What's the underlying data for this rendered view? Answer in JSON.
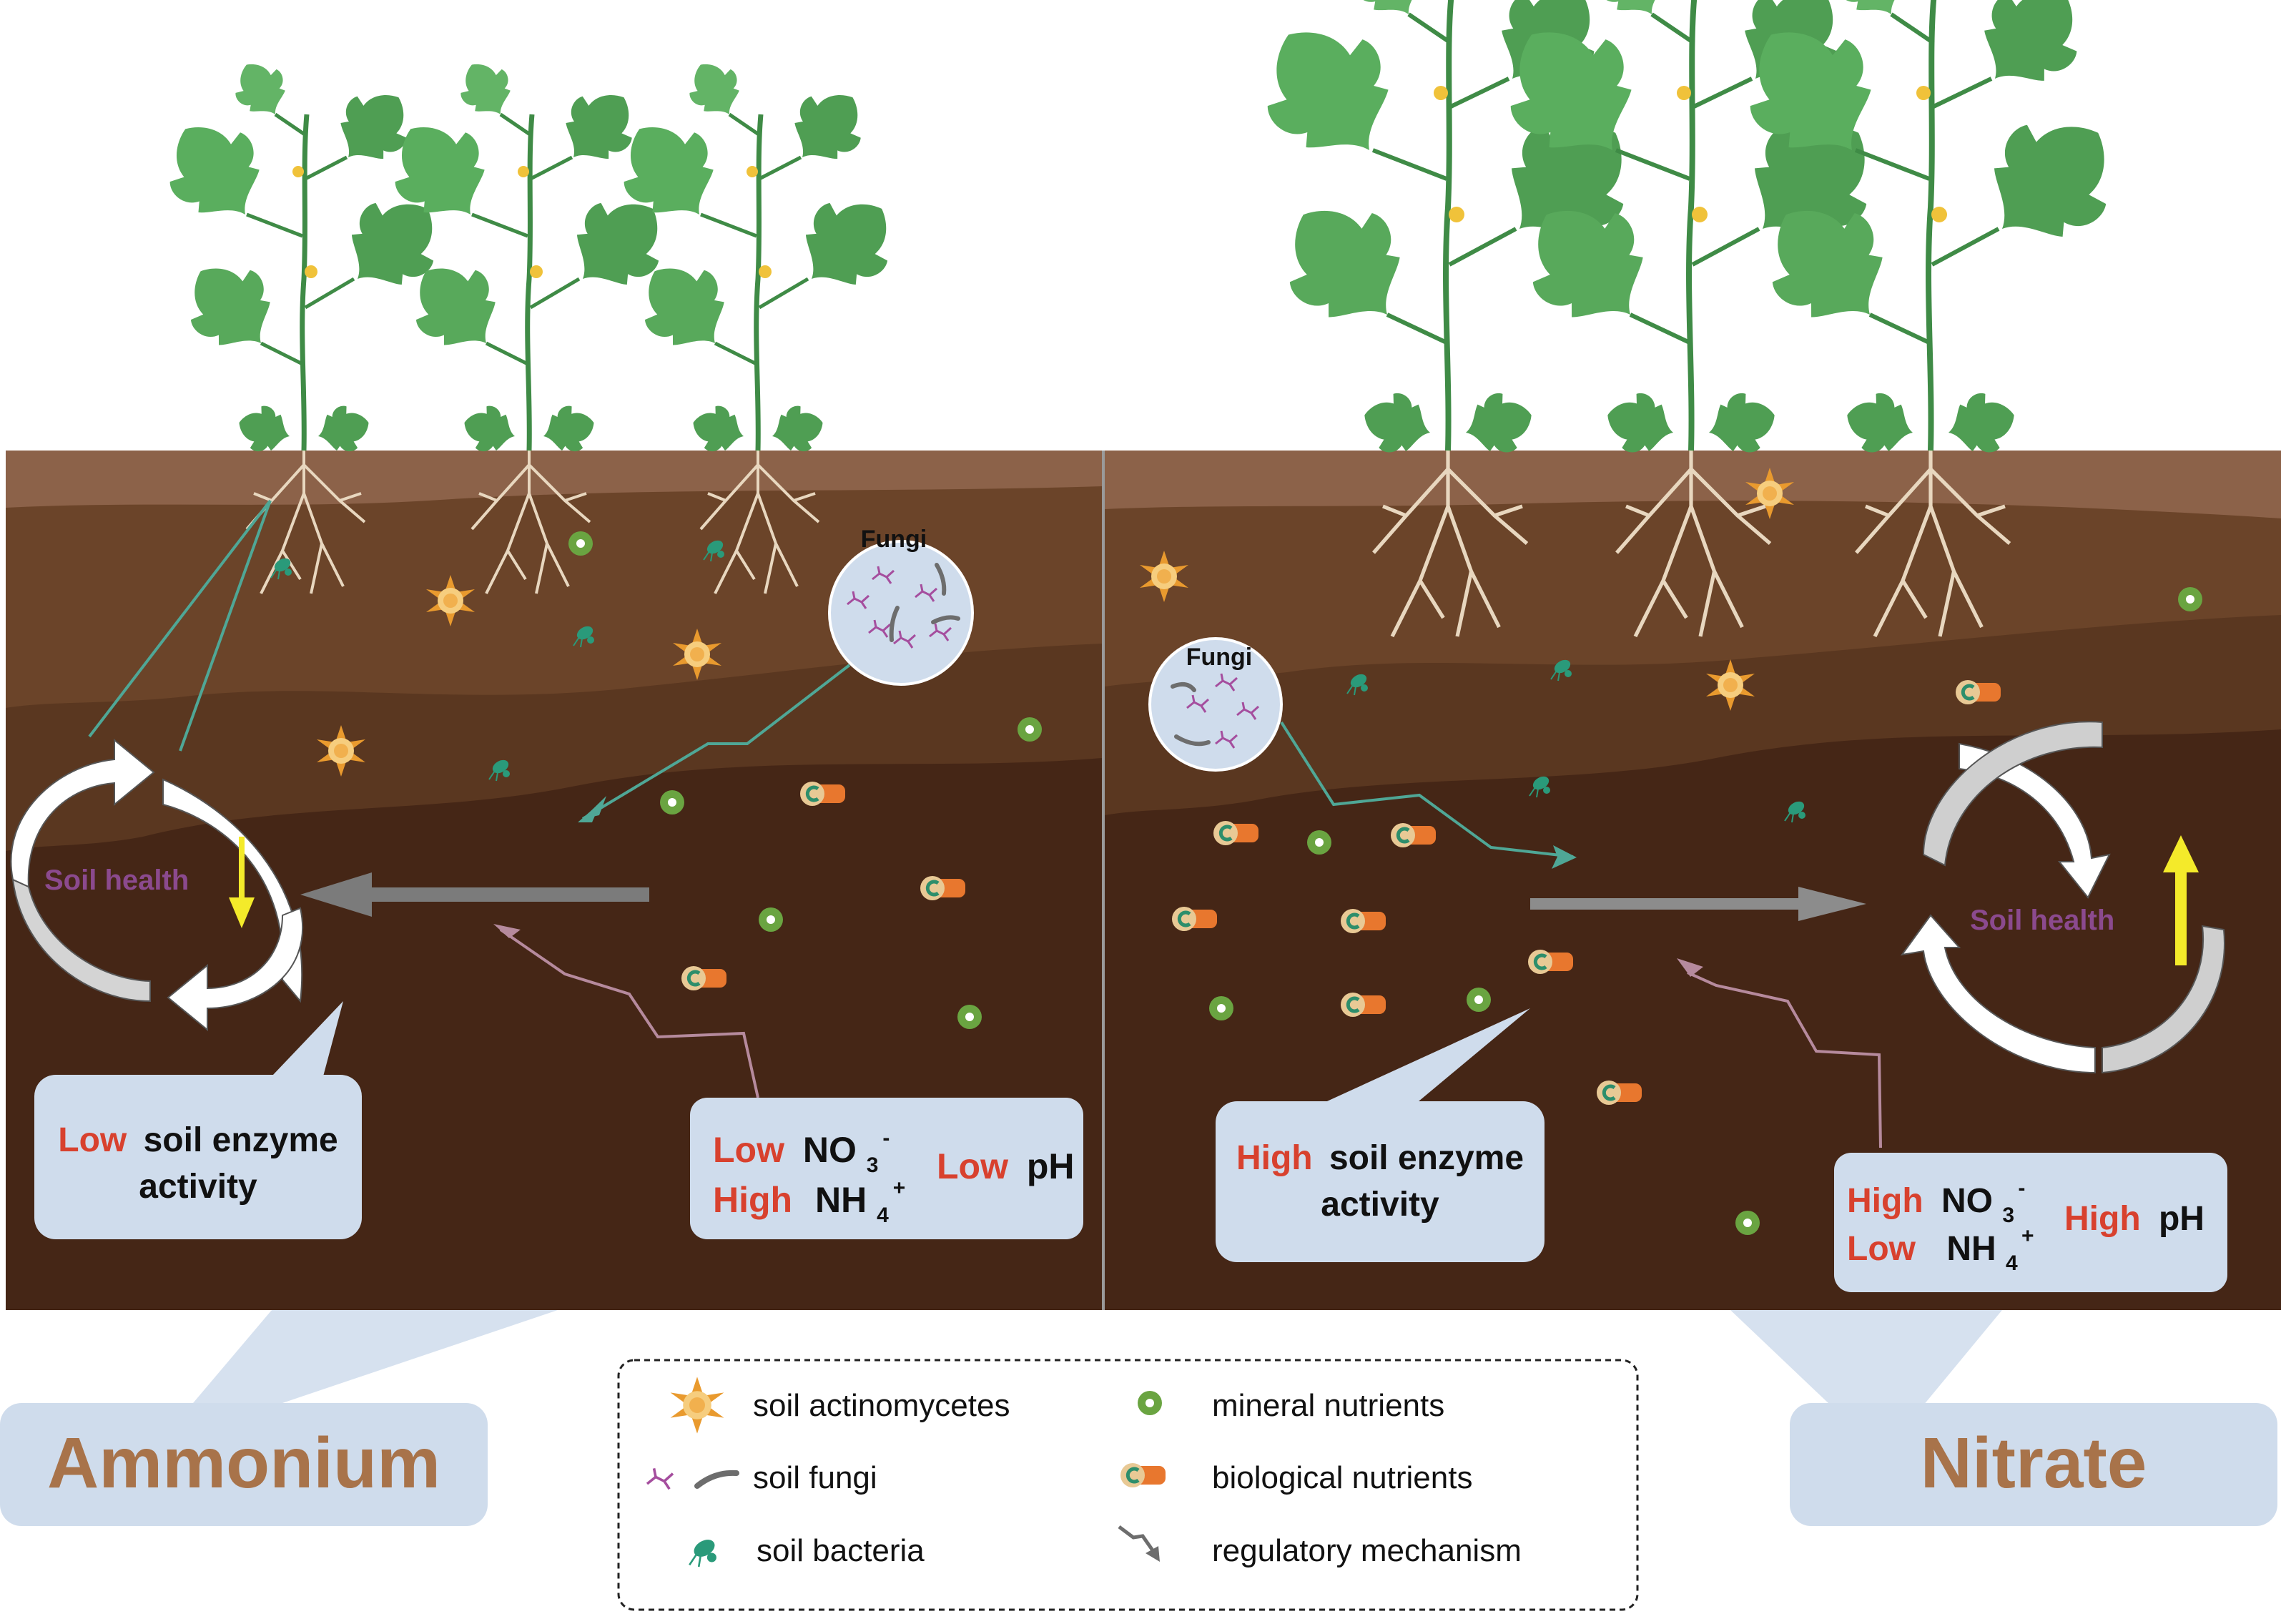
{
  "panels": {
    "left": {
      "fungi_label": "Fungi",
      "soil_health_label": "Soil health",
      "enzyme_callout": {
        "level": "Low",
        "line1_rest": "soil enzyme",
        "line2": "activity"
      },
      "chemistry": {
        "no3_level": "Low",
        "no3_formula": "NO",
        "no3_sub": "3",
        "no3_sup": "-",
        "nh4_level": "High",
        "nh4_formula": "NH",
        "nh4_sub": "4",
        "nh4_sup": "+",
        "ph_level": "Low",
        "ph_label": "pH"
      },
      "treatment_label": "Ammonium"
    },
    "right": {
      "fungi_label": "Fungi",
      "soil_health_label": "Soil health",
      "enzyme_callout": {
        "level": "High",
        "line1_rest": "soil enzyme",
        "line2": "activity"
      },
      "chemistry": {
        "no3_level": "High",
        "no3_formula": "NO",
        "no3_sub": "3",
        "no3_sup": "-",
        "nh4_level": "Low",
        "nh4_formula": "NH",
        "nh4_sub": "4",
        "nh4_sup": "+",
        "ph_level": "High",
        "ph_label": "pH"
      },
      "treatment_label": "Nitrate"
    }
  },
  "legend": {
    "items": [
      {
        "icon": "actinomycetes-icon",
        "label": "soil actinomycetes"
      },
      {
        "icon": "fungi-icon",
        "label": "soil fungi"
      },
      {
        "icon": "bacteria-icon",
        "label": "soil bacteria"
      },
      {
        "icon": "mineral-nutrient-icon",
        "label": "mineral nutrients"
      },
      {
        "icon": "biological-nutrient-icon",
        "label": "biological nutrients"
      },
      {
        "icon": "regulatory-arrow-icon",
        "label": "regulatory mechanism"
      }
    ]
  },
  "colors": {
    "soil_top": "#8c6249",
    "soil_mid": "#6b4429",
    "soil_deep": "#452616",
    "leaf": "#58a95b",
    "leaf_dark": "#3f8b46",
    "accent_red": "#d8412e",
    "callout_bg": "#cfdcec",
    "label_brown": "#a8734a",
    "soil_health_purple": "#8b4a8e",
    "arrow_yellow": "#f4ea2a",
    "teal_line": "#4fa796",
    "mauve_line": "#b68a9d"
  }
}
